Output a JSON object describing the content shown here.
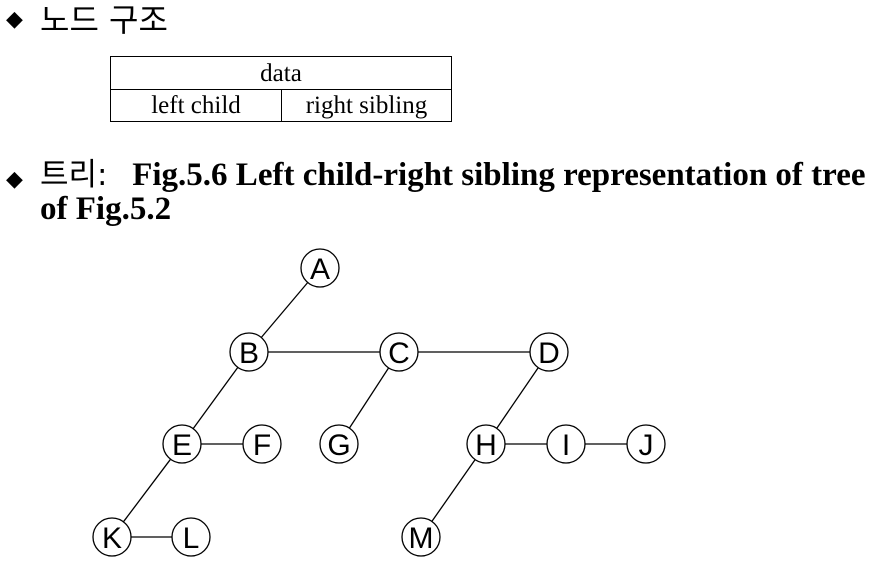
{
  "section1": {
    "bullet": "◆",
    "title": "노드 구조"
  },
  "node_structure": {
    "top": "data",
    "left": "left child",
    "right": "right sibling"
  },
  "section2": {
    "bullet": "◆",
    "label": "트리:",
    "caption": "Fig.5.6 Left child-right sibling representation of tree of Fig.5.2"
  },
  "tree": {
    "nodes": [
      "A",
      "B",
      "C",
      "D",
      "E",
      "F",
      "G",
      "H",
      "I",
      "J",
      "K",
      "L",
      "M"
    ],
    "left_child_edges": [
      [
        "A",
        "B"
      ],
      [
        "B",
        "E"
      ],
      [
        "C",
        "G"
      ],
      [
        "D",
        "H"
      ],
      [
        "E",
        "K"
      ],
      [
        "H",
        "M"
      ]
    ],
    "right_sibling_edges": [
      [
        "B",
        "C"
      ],
      [
        "C",
        "D"
      ],
      [
        "E",
        "F"
      ],
      [
        "H",
        "I"
      ],
      [
        "I",
        "J"
      ],
      [
        "K",
        "L"
      ]
    ]
  }
}
